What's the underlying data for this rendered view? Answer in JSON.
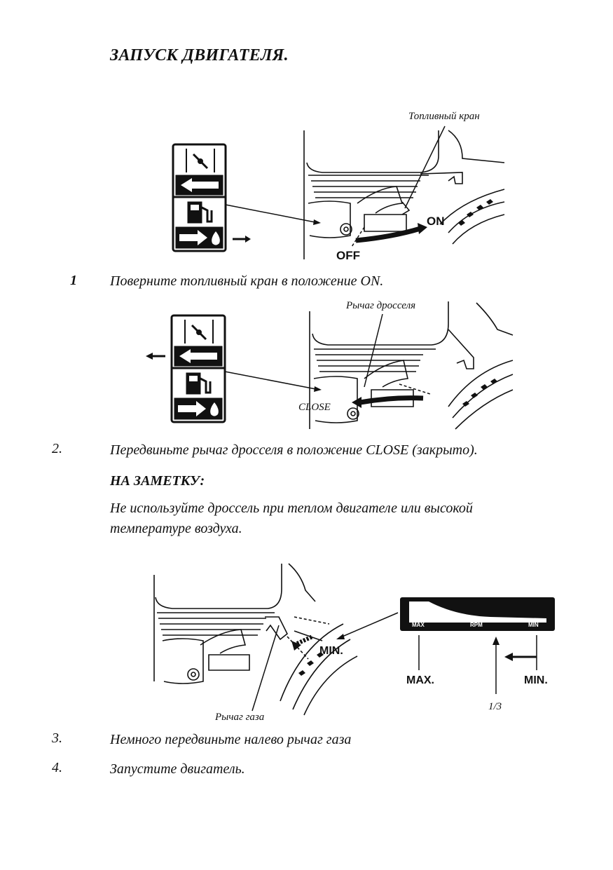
{
  "title": "ЗАПУСК ДВИГАТЕЛЯ.",
  "figures": {
    "fig1": {
      "callout": "Топливный кран",
      "on": "ON",
      "off": "OFF"
    },
    "fig2": {
      "callout": "Рычаг дросселя",
      "close": "CLOSE"
    },
    "fig3": {
      "callout": "Рычаг газа",
      "min_engine": "MIN.",
      "gauge_max": "MAX",
      "gauge_rpm": "RPM",
      "gauge_min": "MIN",
      "max": "MAX.",
      "min": "MIN.",
      "third": "1/3"
    }
  },
  "steps": [
    {
      "num": "1",
      "text": "Поверните топливный кран в положение ON."
    },
    {
      "num": "2.",
      "text": "Передвиньте рычаг дросселя в положение CLOSE (закрыто)."
    },
    {
      "num": "3.",
      "text": "Немного передвиньте налево рычаг газа"
    },
    {
      "num": "4.",
      "text": "Запустите двигатель."
    }
  ],
  "note": {
    "heading": "НА ЗАМЕТКУ:",
    "line1": "Не используйте дроссель при теплом двигателе или высокой",
    "line2": "температуре воздуха."
  }
}
